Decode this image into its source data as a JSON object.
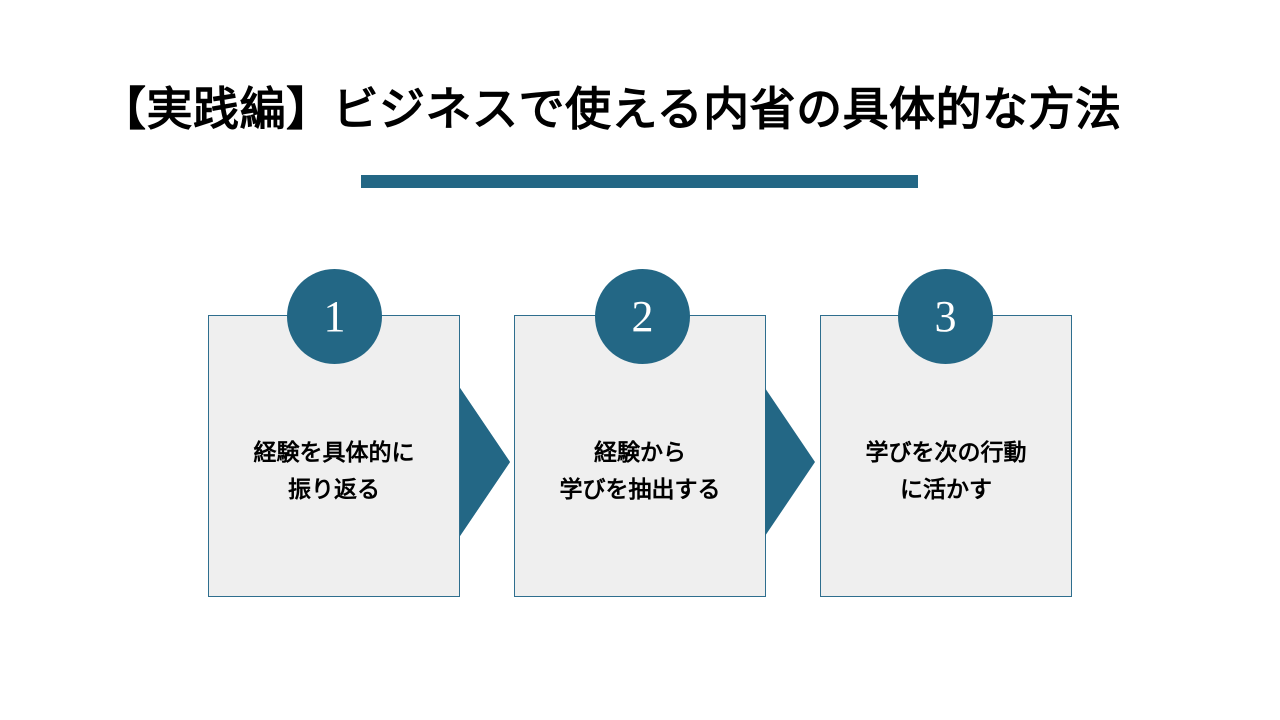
{
  "slide": {
    "title": "【実践編】ビジネスで使える内省の具体的な方法",
    "accent_color": "#236785",
    "box_fill_color": "#efefef",
    "box_border_color": "#2e6e8e",
    "title_color": "#000000",
    "background_color": "#ffffff"
  },
  "process": {
    "steps": [
      {
        "number": "1",
        "label": "経験を具体的に\n振り返る"
      },
      {
        "number": "2",
        "label": "経験から\n学びを抽出する"
      },
      {
        "number": "3",
        "label": "学びを次の行動\nに活かす"
      }
    ],
    "arrows": [
      {
        "name": "arrow-step-1-to-2"
      },
      {
        "name": "arrow-step-2-to-3"
      }
    ]
  }
}
